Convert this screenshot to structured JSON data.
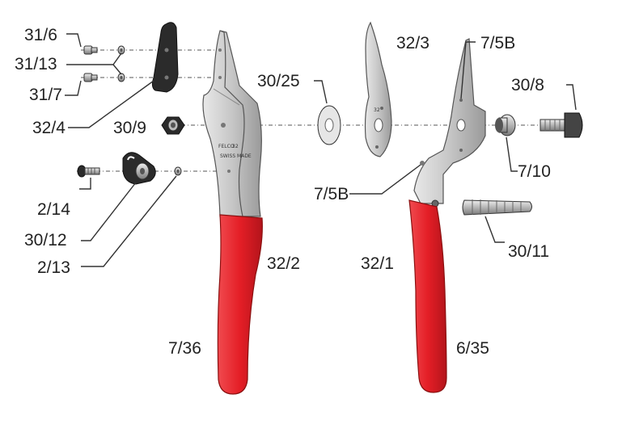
{
  "labels": {
    "p31_6": "31/6",
    "p31_13": "31/13",
    "p31_7": "31/7",
    "p32_4": "32/4",
    "p30_9": "30/9",
    "p2_14": "2/14",
    "p30_12": "30/12",
    "p2_13": "2/13",
    "p32_2": "32/2",
    "p7_36": "7/36",
    "p30_25": "30/25",
    "p32_3": "32/3",
    "p7_5B_top": "7/5B",
    "p7_5B_mid": "7/5B",
    "p30_8": "30/8",
    "p7_10": "7/10",
    "p30_11": "30/11",
    "p32_1": "32/1",
    "p6_35": "6/35"
  },
  "stamps": {
    "blade_number": "32",
    "blade_brand": "FELCO",
    "blade_origin": "SWISS MADE",
    "counter_blade_number": "32"
  },
  "colors": {
    "handle_red": "#e41e26",
    "metal_grey": "#c9c9c9",
    "dark_part": "#2b2b2b"
  }
}
